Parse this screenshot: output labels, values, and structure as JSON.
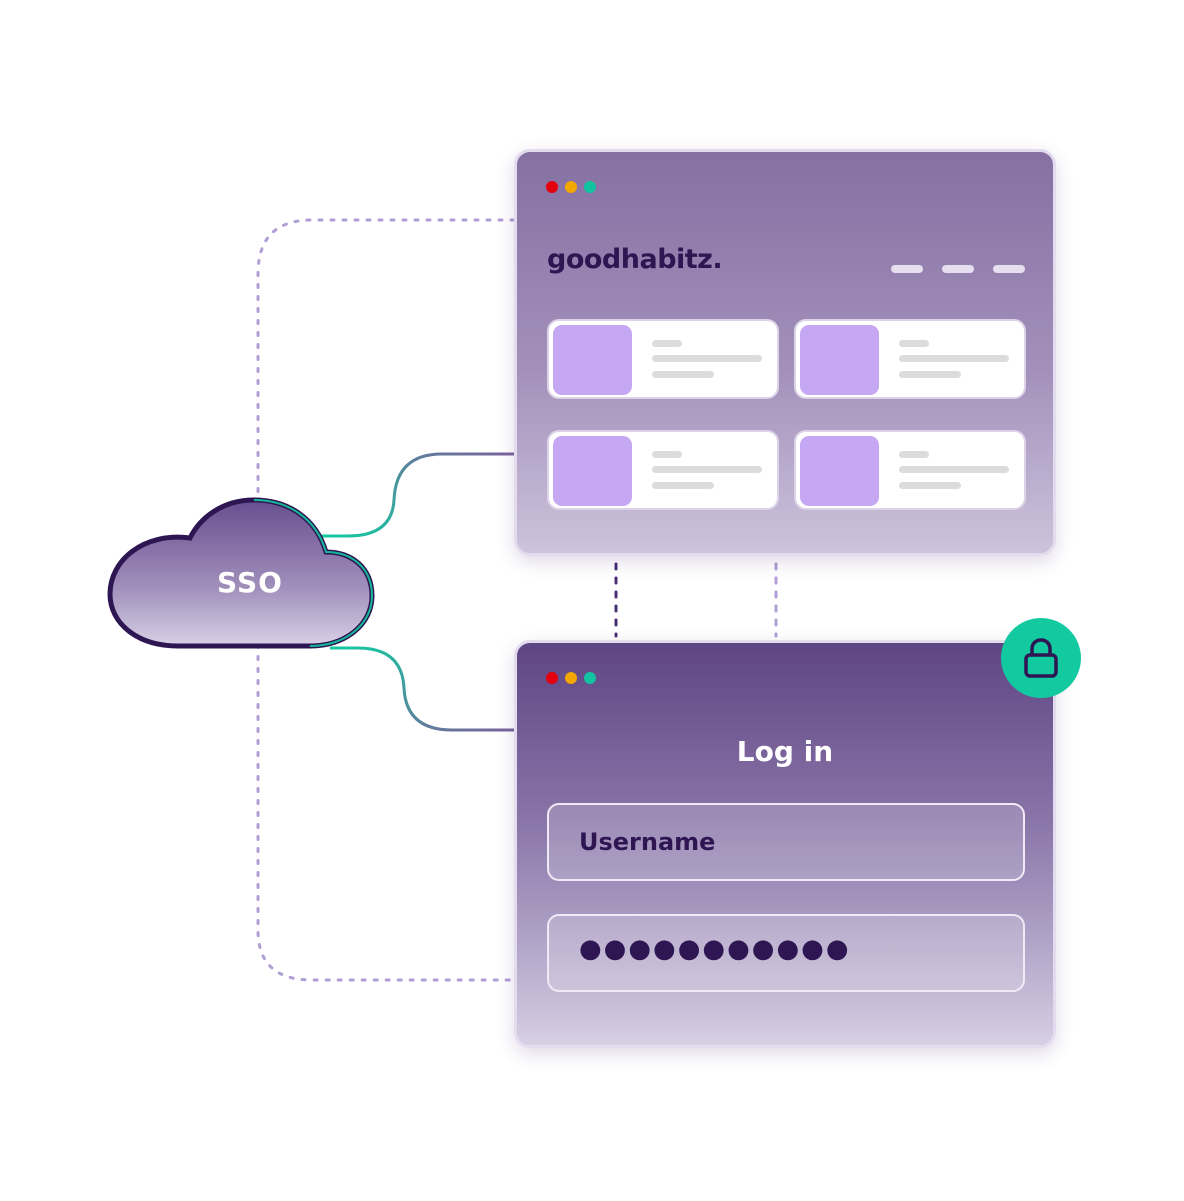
{
  "sso": {
    "label": "SSO"
  },
  "dashboard": {
    "logo_text": "goodhabitz",
    "nav_items": 3,
    "cards": 4
  },
  "login": {
    "title": "Log in",
    "username_label": "Username",
    "password_mask": "●●●●●●●●●●●"
  },
  "icons": {
    "cloud": "cloud-icon",
    "lock": "lock-icon"
  },
  "colors": {
    "brand_dark": "#2e1653",
    "accent_green": "#13c9a0",
    "card_thumb": "#c6a7f3",
    "dot_red": "#e5000f",
    "dot_yellow": "#f2a800",
    "dot_green": "#12c3a0"
  }
}
